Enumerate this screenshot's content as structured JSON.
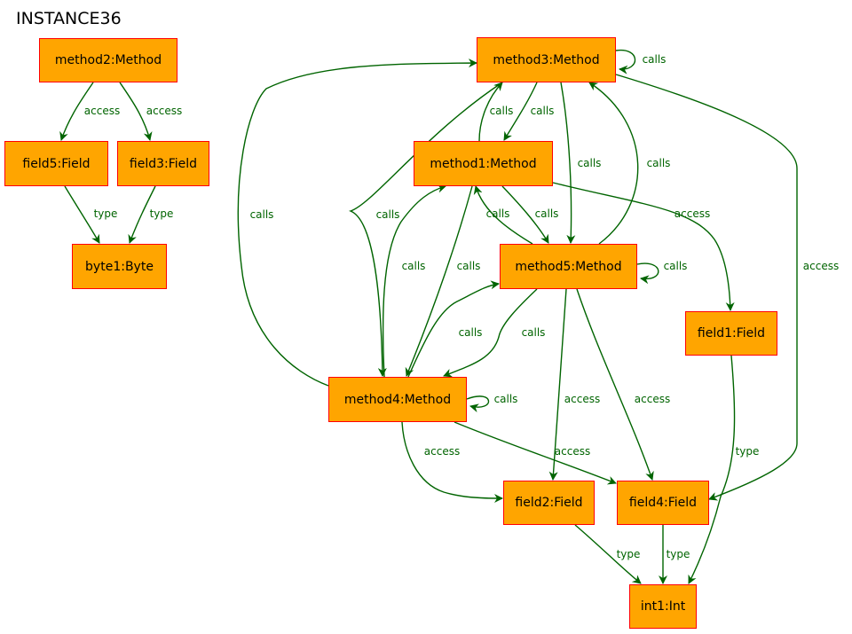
{
  "title": "INSTANCE36",
  "colors": {
    "node_fill": "#ffa500",
    "node_border": "#ff0000",
    "edge": "#006400"
  },
  "nodes": {
    "method2": "method2:Method",
    "field5": "field5:Field",
    "field3": "field3:Field",
    "byte1": "byte1:Byte",
    "method3": "method3:Method",
    "method1": "method1:Method",
    "method5": "method5:Method",
    "field1": "field1:Field",
    "method4": "method4:Method",
    "field2": "field2:Field",
    "field4": "field4:Field",
    "int1": "int1:Int"
  },
  "edges": [
    {
      "from": "method2",
      "to": "field5",
      "label": "access"
    },
    {
      "from": "method2",
      "to": "field3",
      "label": "access"
    },
    {
      "from": "field5",
      "to": "byte1",
      "label": "type"
    },
    {
      "from": "field3",
      "to": "byte1",
      "label": "type"
    },
    {
      "from": "method3",
      "to": "method3",
      "label": "calls"
    },
    {
      "from": "method3",
      "to": "method1",
      "label": "calls"
    },
    {
      "from": "method1",
      "to": "method3",
      "label": "calls"
    },
    {
      "from": "method3",
      "to": "method5",
      "label": "calls"
    },
    {
      "from": "method5",
      "to": "method3",
      "label": "calls"
    },
    {
      "from": "method3",
      "to": "method4",
      "label": "calls"
    },
    {
      "from": "method4",
      "to": "method3",
      "label": "calls"
    },
    {
      "from": "method3",
      "to": "field4",
      "label": "access"
    },
    {
      "from": "method1",
      "to": "method5",
      "label": "calls"
    },
    {
      "from": "method5",
      "to": "method1",
      "label": "calls"
    },
    {
      "from": "method1",
      "to": "field1",
      "label": "access"
    },
    {
      "from": "method4",
      "to": "method1",
      "label": "calls"
    },
    {
      "from": "method1",
      "to": "method4",
      "label": "calls"
    },
    {
      "from": "method5",
      "to": "method5",
      "label": "calls"
    },
    {
      "from": "method4",
      "to": "method5",
      "label": "calls"
    },
    {
      "from": "method5",
      "to": "method4",
      "label": "calls"
    },
    {
      "from": "method5",
      "to": "field2",
      "label": "access"
    },
    {
      "from": "method5",
      "to": "field4",
      "label": "access"
    },
    {
      "from": "method4",
      "to": "method4",
      "label": "calls"
    },
    {
      "from": "method4",
      "to": "field2",
      "label": "access"
    },
    {
      "from": "method4",
      "to": "field4",
      "label": "access"
    },
    {
      "from": "field1",
      "to": "int1",
      "label": "type"
    },
    {
      "from": "field2",
      "to": "int1",
      "label": "type"
    },
    {
      "from": "field4",
      "to": "int1",
      "label": "type"
    }
  ]
}
